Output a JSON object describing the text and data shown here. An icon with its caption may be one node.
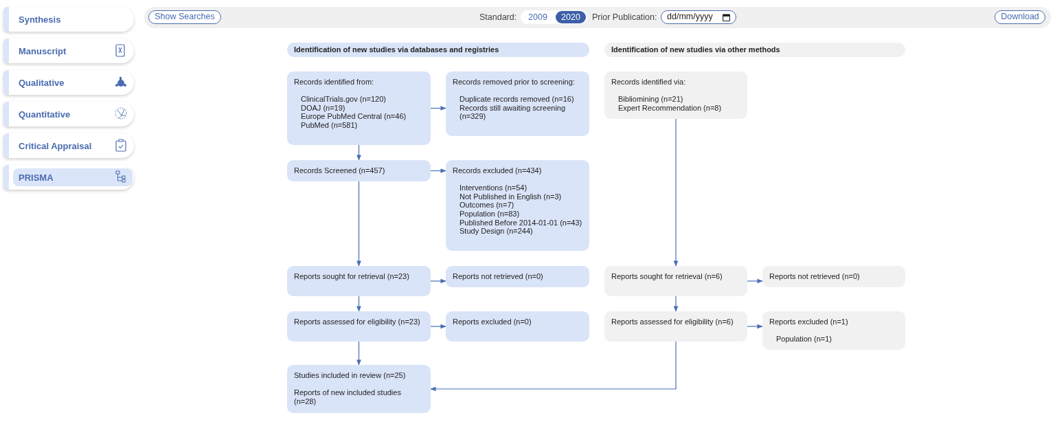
{
  "diagram": {
    "nodes": [
      {
        "text": [
          "Identification of new studies via databases and registries"
        ]
      },
      {
        "text": [
          "Identification of new studies via other methods"
        ]
      },
      {
        "text": [
          "Records identified from:",
          "ClinicalTrials.gov (n=120)",
          "DOAJ (n=19)",
          "Europe PubMed Central (n=46)",
          "PubMed (n=581)"
        ]
      },
      {
        "text": [
          "Records removed prior to screening:",
          "Duplicate records removed (n=16)",
          "Records still awaiting screening (n=329)"
        ]
      },
      {
        "text": [
          "Records Screened (n=457)"
        ]
      },
      {
        "text": [
          "Records excluded (n=434)",
          "Interventions (n=54)",
          "Not Published in English (n=3)",
          "Outcomes (n=7)",
          "Population (n=83)",
          "Published Before 2014-01-01 (n=43)",
          "Study Design (n=244)"
        ]
      },
      {
        "text": [
          "Reports sought for retrieval (n=23)"
        ]
      },
      {
        "text": [
          "Reports not retrieved (n=0)"
        ]
      },
      {
        "text": [
          "Reports assessed for eligibility (n=23)"
        ]
      },
      {
        "text": [
          "Reports excluded (n=0)"
        ]
      },
      {
        "text": [
          "Studies included in review (n=25)",
          "Reports of new included studies (n=28)"
        ]
      },
      {
        "text": [
          "Records identified via:",
          "Bibliomining (n=21)",
          "Expert Recommendation (n=8)"
        ]
      },
      {
        "text": [
          "Reports sought for retrieval (n=6)"
        ]
      },
      {
        "text": [
          "Reports not retrieved (n=0)"
        ]
      },
      {
        "text": [
          "Reports assessed for eligibility (n=6)"
        ]
      },
      {
        "text": [
          "Reports excluded (n=1)",
          "Population (n=1)"
        ]
      }
    ],
    "edges": [
      {
        "from": 2,
        "to": 3,
        "arrow": "to"
      },
      {
        "from": 2,
        "to": 4,
        "arrow": "to"
      },
      {
        "from": 4,
        "to": 5,
        "arrow": "to"
      },
      {
        "from": 4,
        "to": 6,
        "arrow": "to"
      },
      {
        "from": 6,
        "to": 7,
        "arrow": "to"
      },
      {
        "from": 6,
        "to": 8,
        "arrow": "to"
      },
      {
        "from": 8,
        "to": 9,
        "arrow": "to"
      },
      {
        "from": 8,
        "to": 10,
        "arrow": "to"
      },
      {
        "from": 11,
        "to": 12,
        "arrow": "to"
      },
      {
        "from": 12,
        "to": 13,
        "arrow": "to"
      },
      {
        "from": 12,
        "to": 14,
        "arrow": "to"
      },
      {
        "from": 14,
        "to": 15,
        "arrow": "to"
      },
      {
        "from": 14,
        "to": 10,
        "arrow": "to"
      }
    ],
    "labels": [
      "Synthesis",
      "Manuscript",
      "Qualitative",
      "Quantitative",
      "Critical Appraisal",
      "PRISMA",
      "Show Searches",
      "Standard:",
      "2009",
      "2020",
      "Prior Publication:",
      "dd/mm/yyyy",
      "Download"
    ]
  }
}
